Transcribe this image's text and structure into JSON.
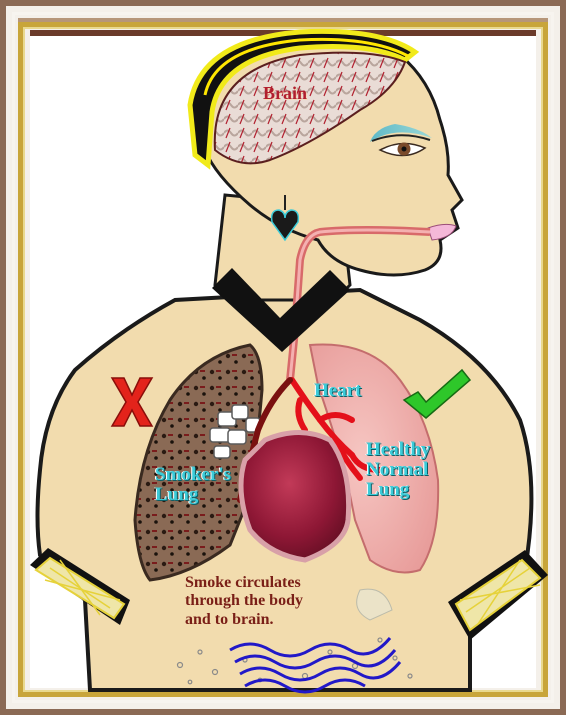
{
  "labels": {
    "brain": "Brain",
    "heart": "Heart",
    "healthy_lung": [
      "Healthy",
      "Normal",
      "Lung"
    ],
    "smokers_lung": [
      "Smoker's",
      "Lung"
    ],
    "smoke_caption": [
      "Smoke circulates",
      "through the body",
      "and to brain."
    ]
  },
  "icons": {
    "bad": "x-mark-icon",
    "good": "check-mark-icon"
  },
  "colors": {
    "skin": "#f2dcae",
    "label_cyan": "#3ccbd8",
    "brain_red": "#b11f2e",
    "x_red": "#e3231b",
    "check_green": "#2ec72a",
    "frame_gold": "#c8a53a",
    "smoke_blue": "#2218c8"
  }
}
